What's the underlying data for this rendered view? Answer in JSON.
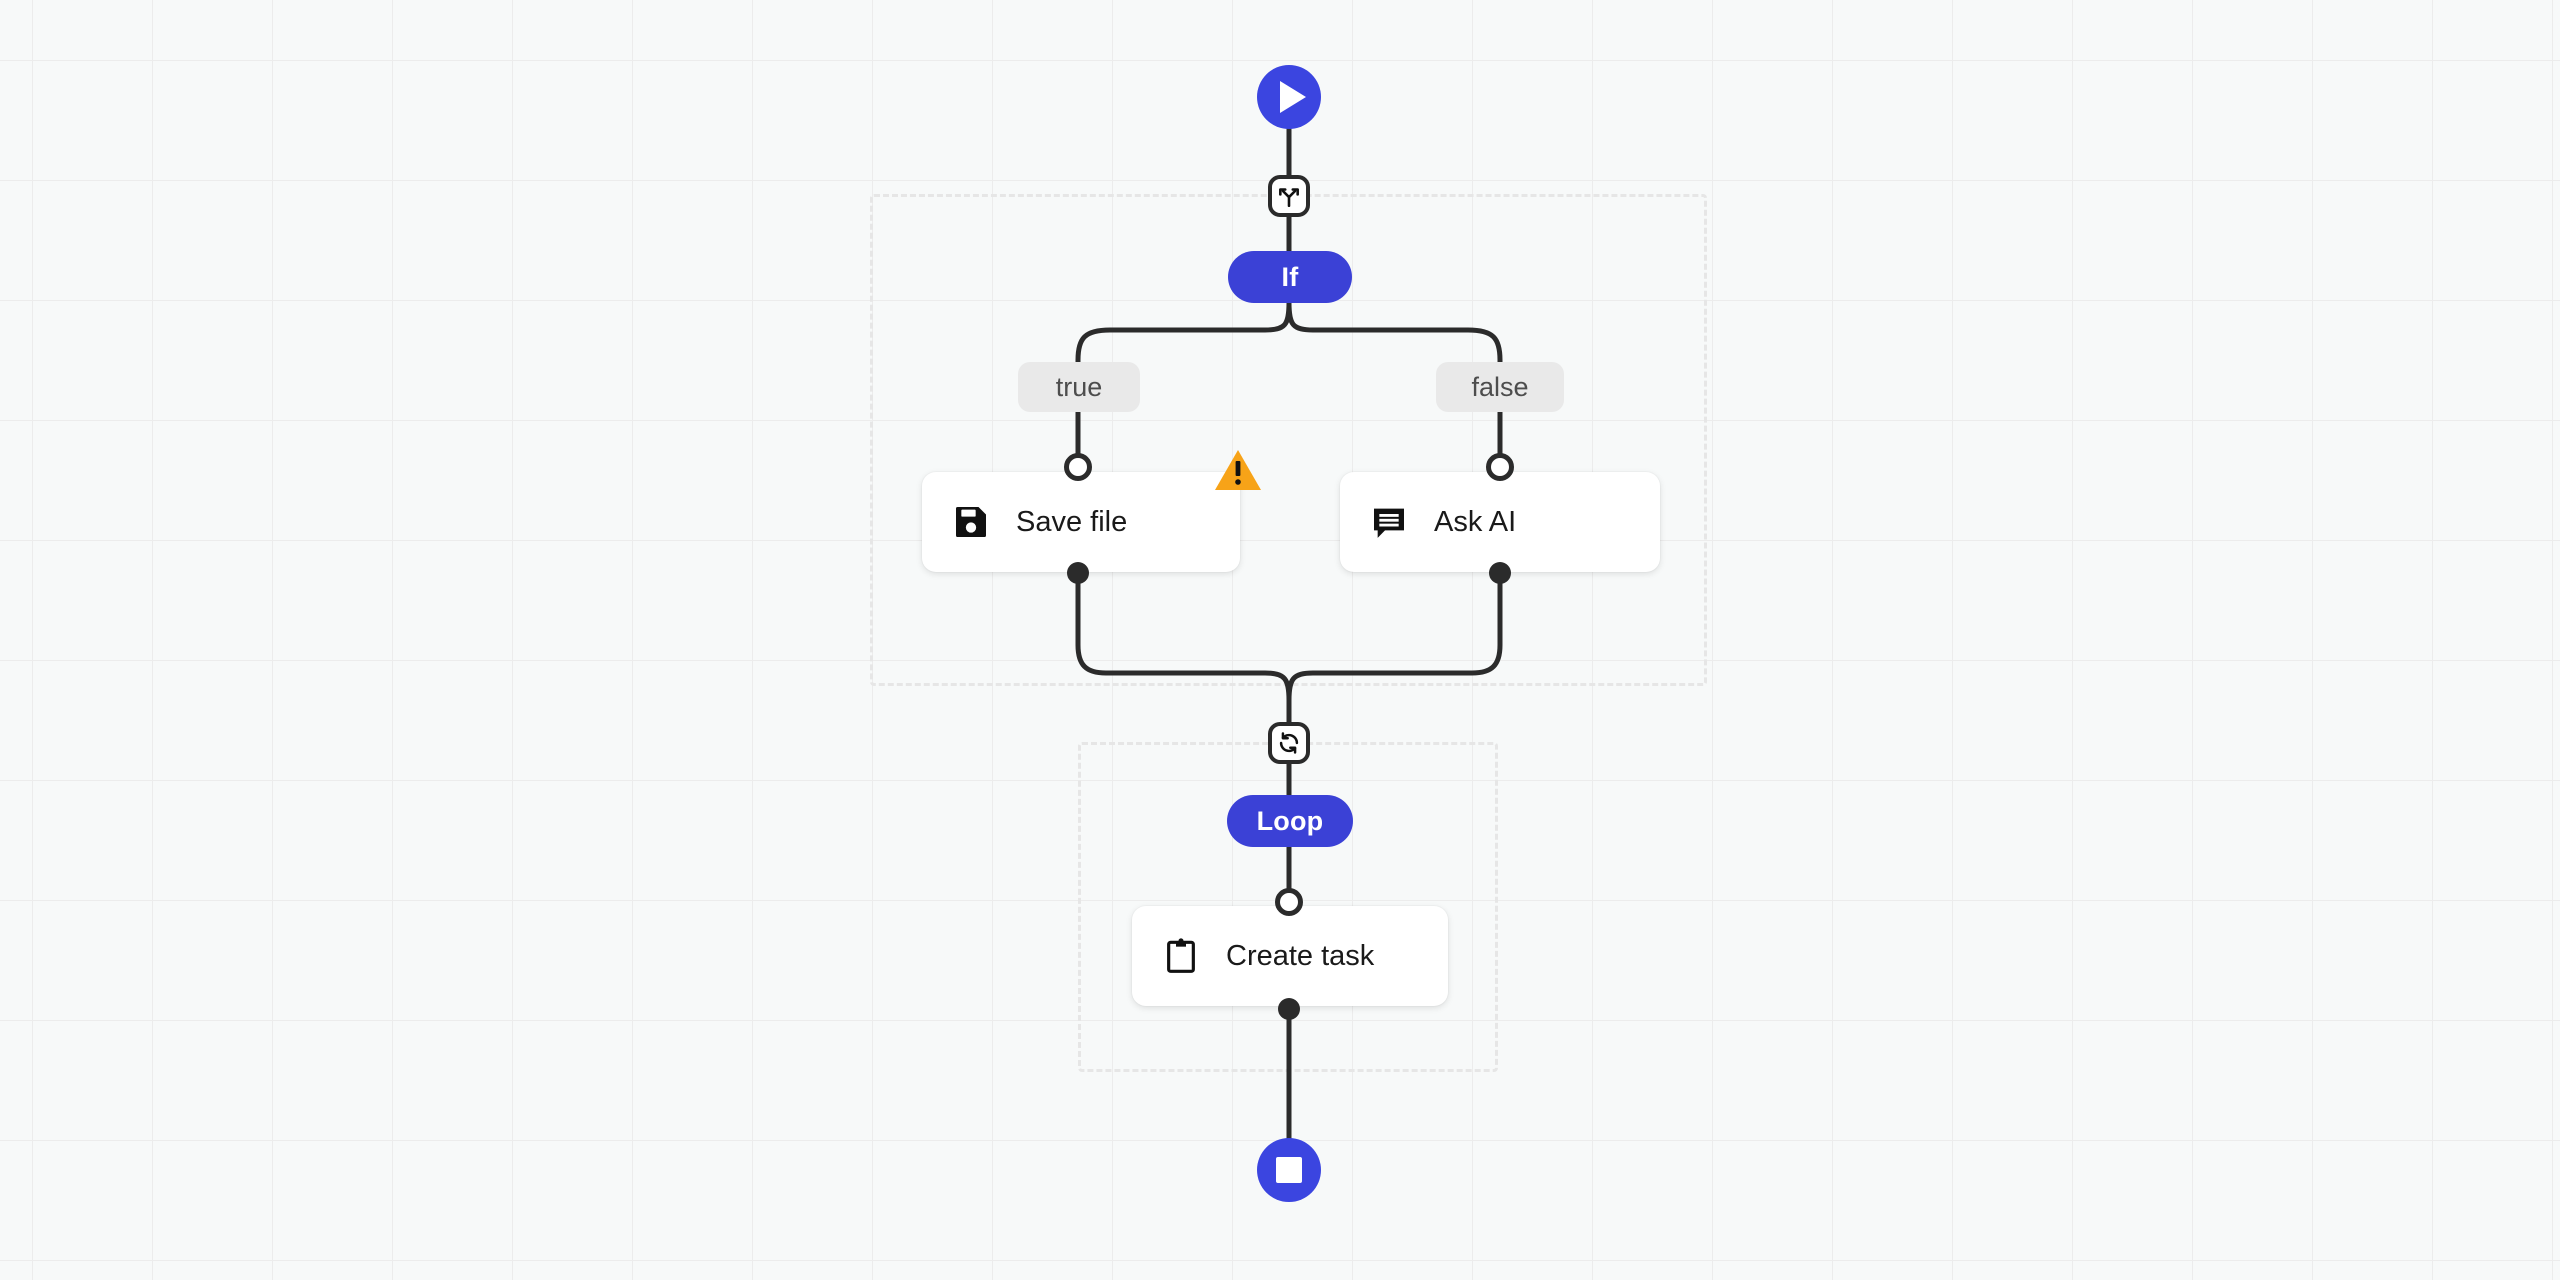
{
  "canvas": {
    "background_color": "#f7f9f9",
    "grid_color": "#ececec",
    "grid_size": 120
  },
  "theme": {
    "accent_blue": "#3b45e0",
    "capsule_blue": "#3b41d6",
    "edge_color": "#2b2b2b",
    "card_background": "#ffffff",
    "pill_background": "#e9e9e9",
    "pill_text": "#4d4d4d",
    "dashed_border": "#e6e6e6",
    "warning_orange": "#f7a318"
  },
  "nodes": {
    "start": {
      "name": "start",
      "icon": "play-icon",
      "color": "#3b45e0"
    },
    "branch_marker": {
      "name": "branch-marker",
      "icon": "branch-split-icon"
    },
    "if_block": {
      "label": "If",
      "color": "#3b41d6",
      "branches": [
        {
          "label": "true",
          "target": "save-file"
        },
        {
          "label": "false",
          "target": "ask-ai"
        }
      ]
    },
    "save_file": {
      "label": "Save file",
      "icon": "floppy-disk-icon",
      "has_warning": true,
      "warning_icon": "warning-triangle-icon"
    },
    "ask_ai": {
      "label": "Ask AI",
      "icon": "chat-bubble-icon",
      "has_warning": false
    },
    "loop_marker": {
      "name": "loop-marker",
      "icon": "loop-refresh-icon"
    },
    "loop_block": {
      "label": "Loop",
      "color": "#3b41d6"
    },
    "create_task": {
      "label": "Create task",
      "icon": "clipboard-icon",
      "has_warning": false
    },
    "end": {
      "name": "end",
      "icon": "stop-icon",
      "color": "#3b45e0"
    }
  }
}
